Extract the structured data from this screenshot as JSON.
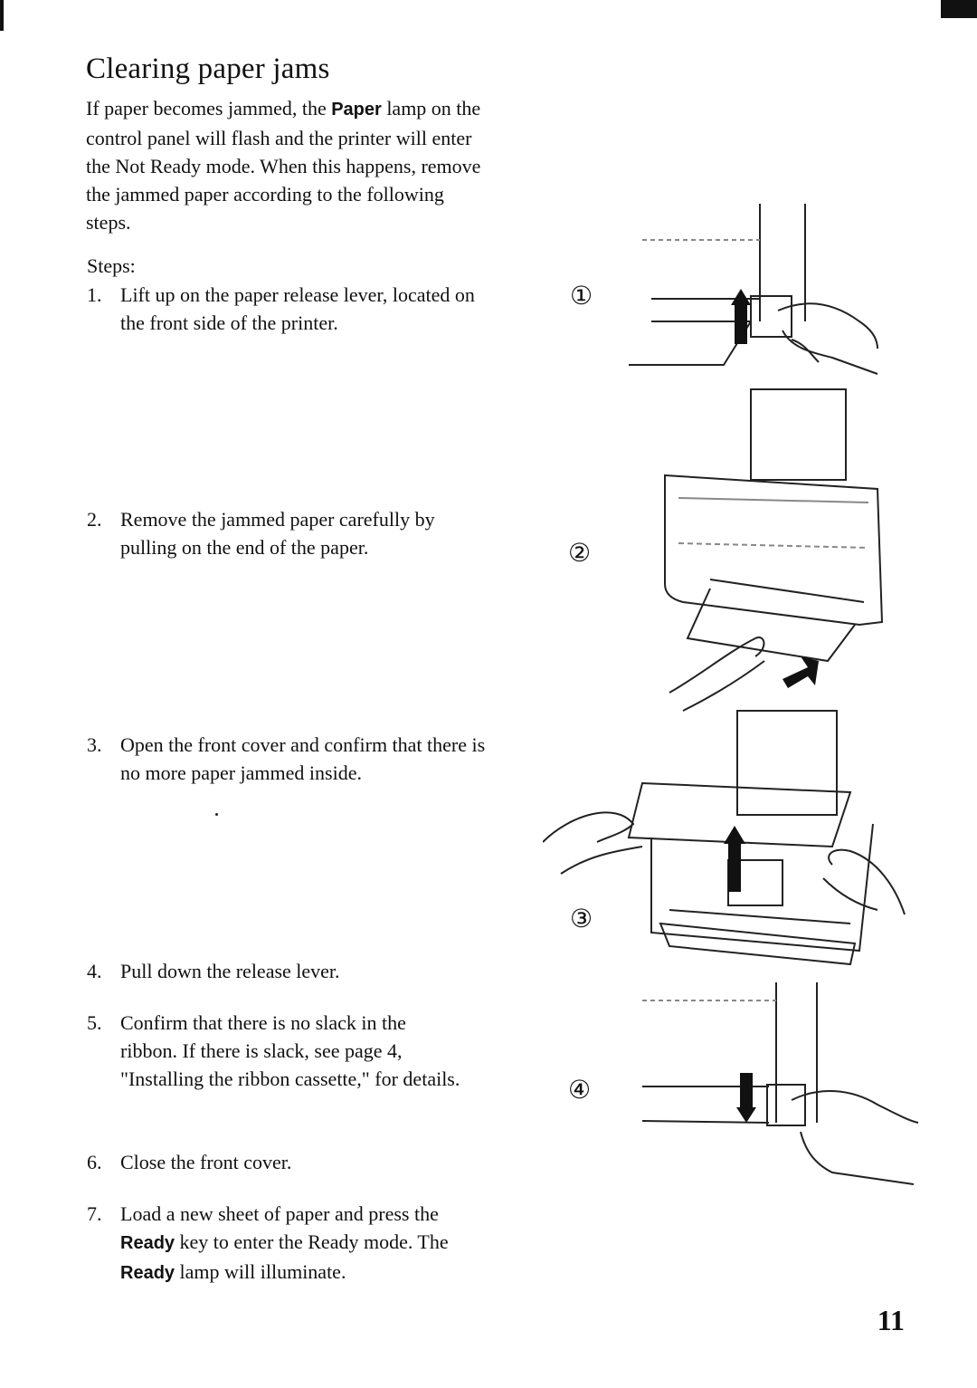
{
  "title": "Clearing paper jams",
  "intro": {
    "before": "If paper becomes jammed, the ",
    "key": "Paper",
    "after": " lamp on the control panel will flash and the printer will enter the Not Ready mode. When this happens, remove the jammed paper according to the following steps."
  },
  "steps_label": "Steps:",
  "steps": [
    {
      "num": "1.",
      "text": "Lift up on the paper release lever, located on the front side of the printer."
    },
    {
      "num": "2.",
      "text": "Remove the jammed paper carefully by pulling on the end of the paper."
    },
    {
      "num": "3.",
      "text": "Open the front cover and confirm that there is no more paper jammed inside."
    },
    {
      "num": "4.",
      "text": "Pull down the release lever."
    },
    {
      "num": "5.",
      "text": "Confirm that there is no slack in the ribbon. If there is slack, see page 4, \"Installing the ribbon cassette,\" for details."
    },
    {
      "num": "6.",
      "text": "Close the front cover."
    },
    {
      "num": "7.",
      "parts": {
        "a": "Load a new sheet of paper and press the ",
        "k1": "Ready",
        "b": " key to enter the Ready mode. The ",
        "k2": "Ready",
        "c": " lamp will illuminate."
      }
    }
  ],
  "figures": [
    {
      "label": "①",
      "icon": "lever-up-illustration"
    },
    {
      "label": "②",
      "icon": "remove-paper-illustration"
    },
    {
      "label": "③",
      "icon": "open-cover-illustration"
    },
    {
      "label": "④",
      "icon": "lever-down-illustration"
    }
  ],
  "page_number": "11"
}
